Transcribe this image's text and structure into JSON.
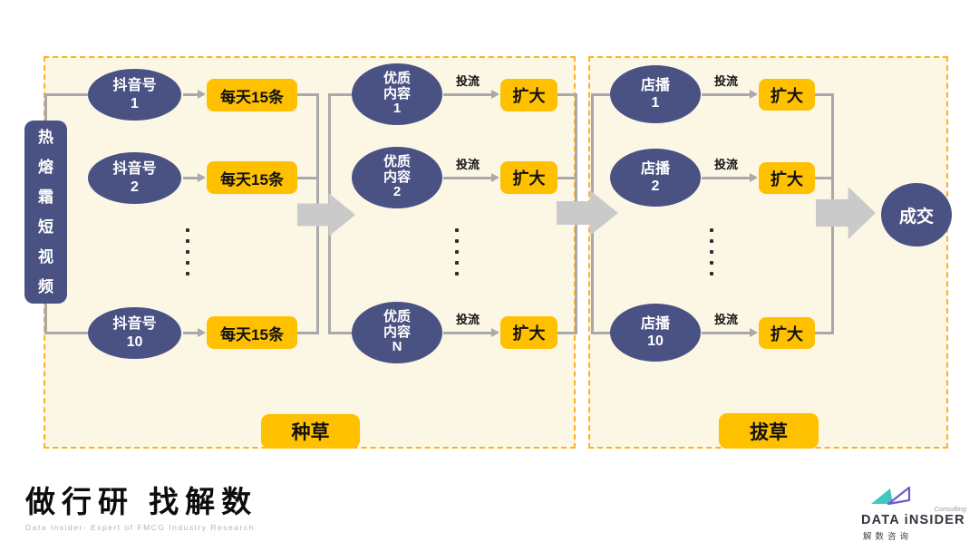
{
  "palette": {
    "node_blue": "#4A5284",
    "accent_yellow": "#FFC000",
    "panel_bg": "#FCF7E5",
    "panel_border": "#FFB020",
    "line_gray": "#A9A9A9",
    "big_arrow_gray": "#CACACA",
    "logo_teal": "#3EC8C0",
    "logo_purple": "#6B5BD2"
  },
  "source": {
    "label": "热\n熔\n霜\n短\n视\n频"
  },
  "seeding": {
    "tag": "种草",
    "accounts": [
      "抖音号\n1",
      "抖音号\n2",
      "抖音号\n10"
    ],
    "daily": [
      "每天15条",
      "每天15条",
      "每天15条"
    ],
    "contents": [
      "优质\n内容\n1",
      "优质\n内容\n2",
      "优质\n内容\nN"
    ],
    "invest": [
      "投流",
      "投流",
      "投流"
    ],
    "expand": [
      "扩大",
      "扩大",
      "扩大"
    ]
  },
  "harvest": {
    "tag": "拔草",
    "stores": [
      "店播\n1",
      "店播\n2",
      "店播\n10"
    ],
    "invest": [
      "投流",
      "投流",
      "投流"
    ],
    "expand": [
      "扩大",
      "扩大",
      "扩大"
    ],
    "deal": "成交"
  },
  "footer": {
    "left_logo": {
      "title": "做行研 找解数",
      "subtitle": "Data Insider- Expert of FMCG Industry Research"
    },
    "right_logo": {
      "consulting": "Consulting",
      "brand": "DATA iNSIDER",
      "cn": "解数咨询"
    }
  }
}
